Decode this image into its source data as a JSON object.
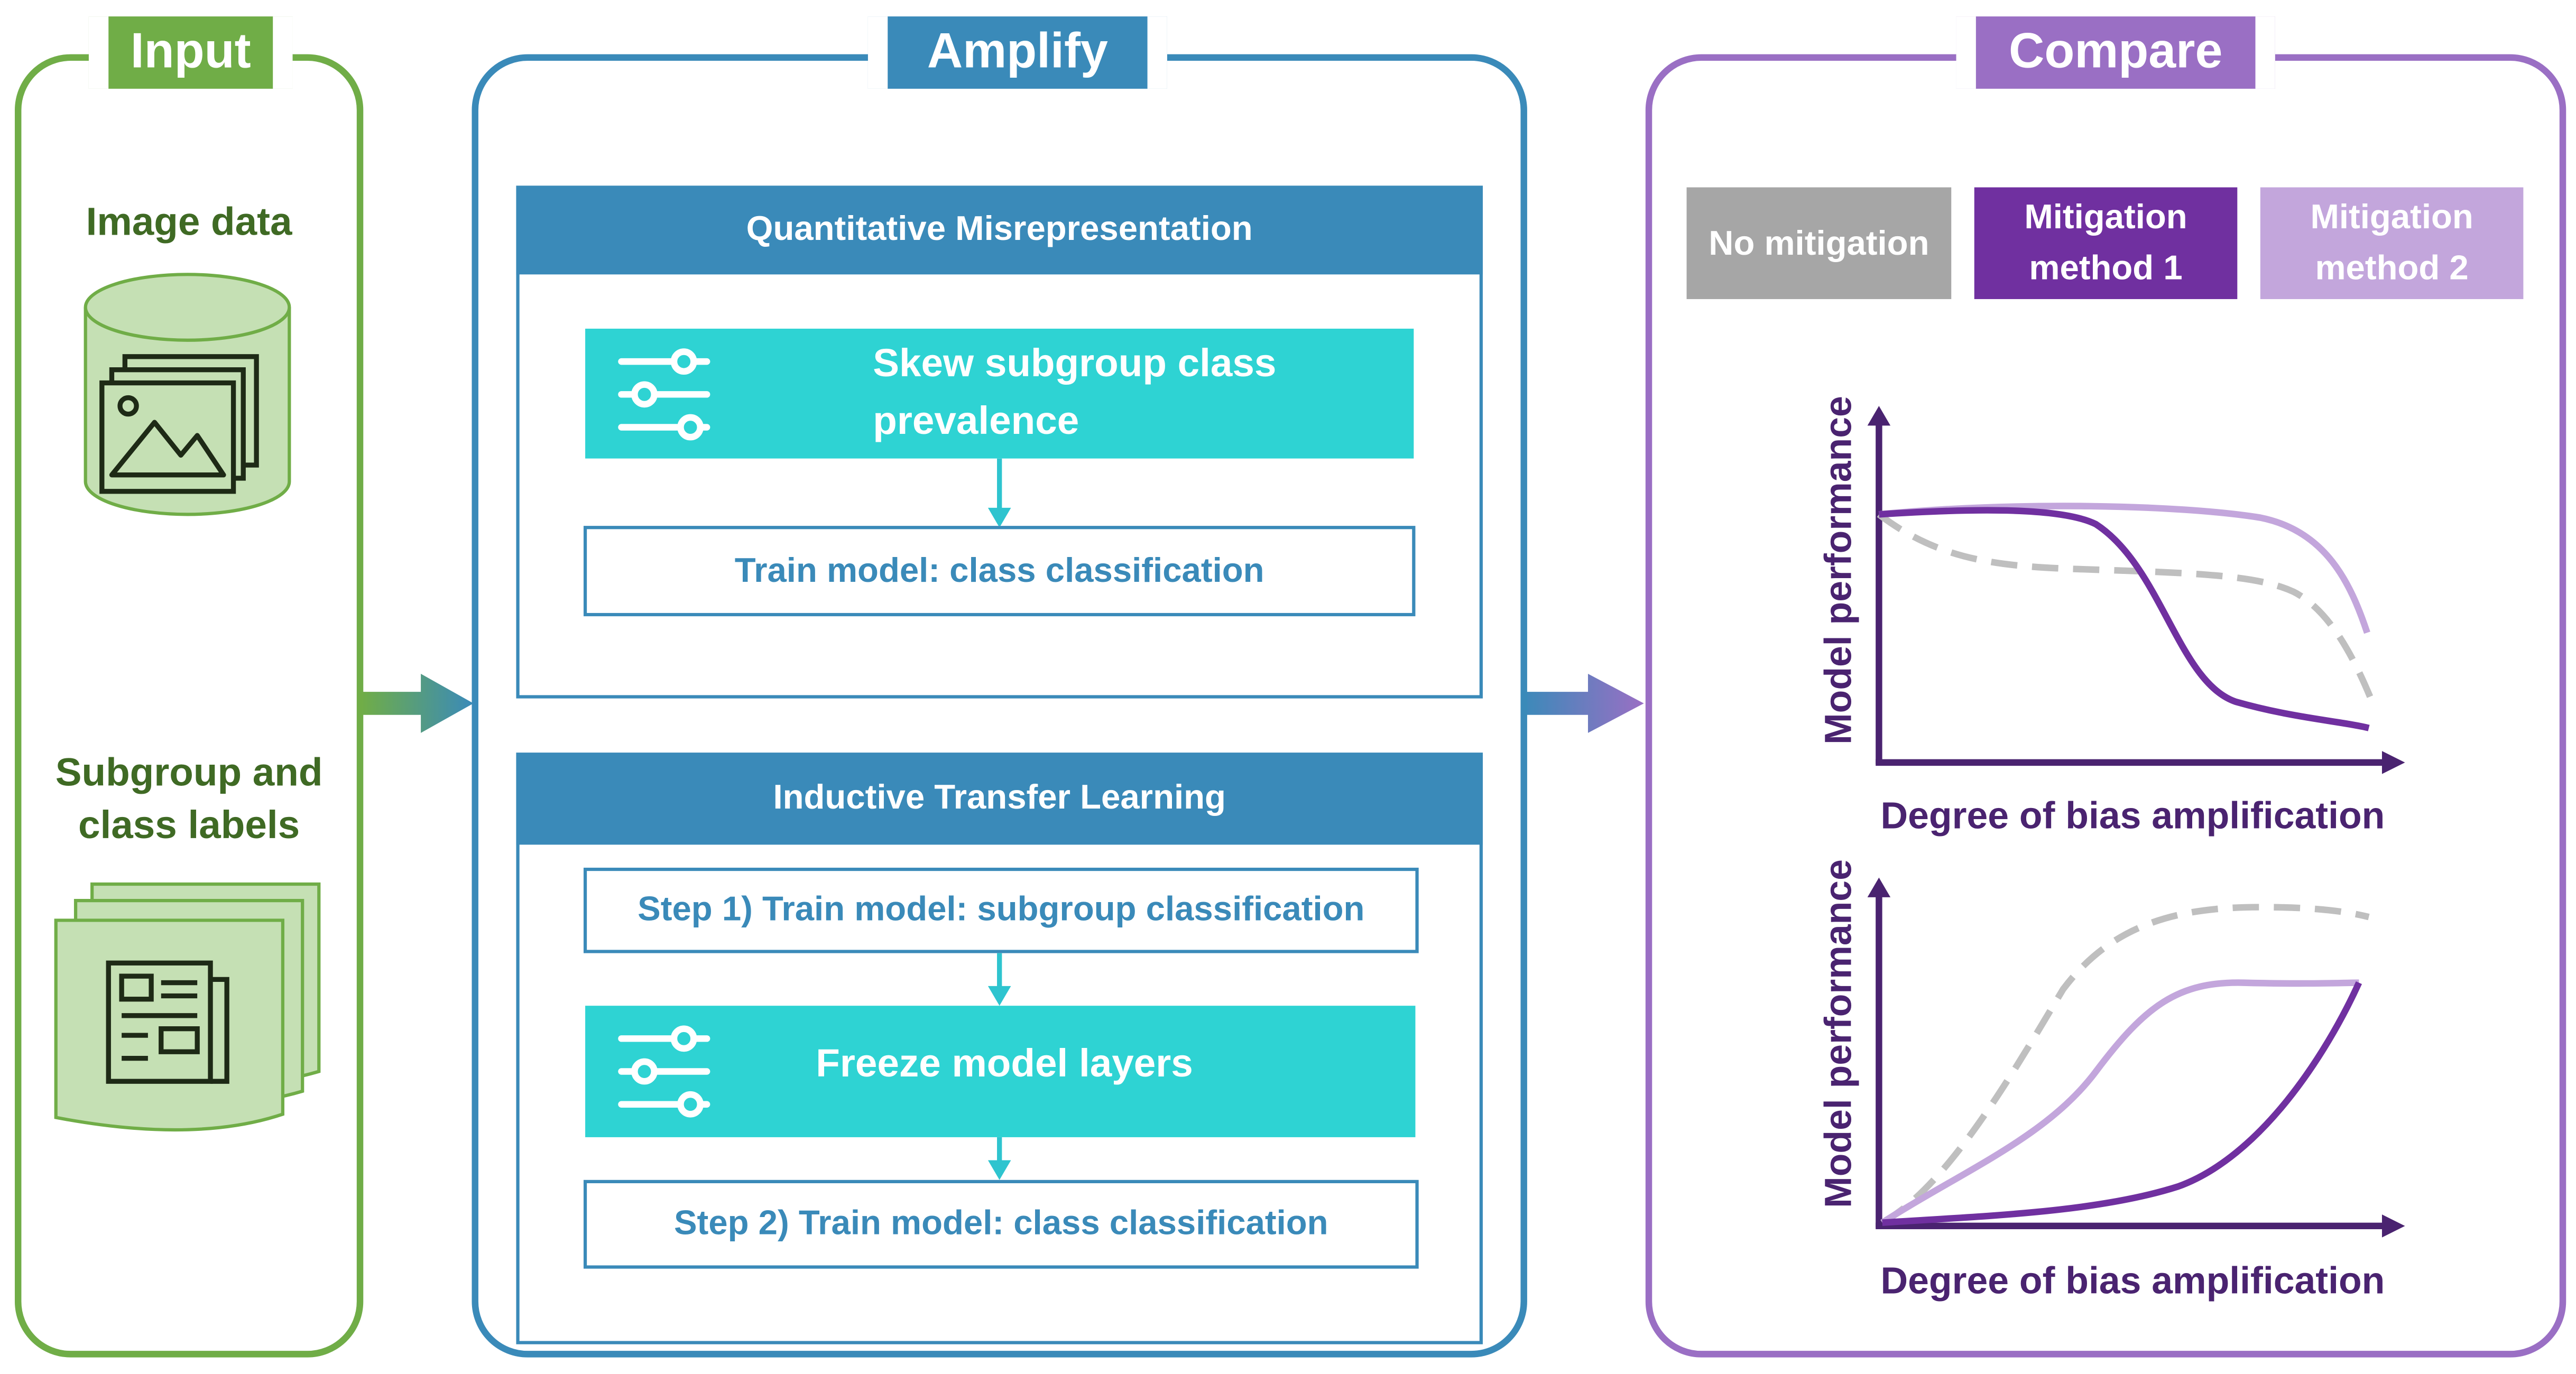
{
  "panels": {
    "input": {
      "title": "Input",
      "image_data_label": "Image data",
      "labels_label": "Subgroup and class labels",
      "color": "#70ad47"
    },
    "amplify": {
      "title": "Amplify",
      "color": "#3a8ab9"
    },
    "compare": {
      "title": "Compare",
      "color": "#9a6fc4"
    }
  },
  "amplify": {
    "quantitative": {
      "header": "Quantitative Misrepresentation",
      "skew_label": "Skew subgroup class prevalence",
      "train_label": "Train model: class classification"
    },
    "inductive": {
      "header": "Inductive Transfer Learning",
      "step1_label": "Step 1) Train model: subgroup classification",
      "freeze_label": "Freeze model layers",
      "step2_label": "Step 2) Train model: class classification"
    }
  },
  "compare": {
    "legend": [
      {
        "label": "No mitigation",
        "color": "#a6a6a6"
      },
      {
        "label": "Mitigation method 1",
        "color": "#7030a0"
      },
      {
        "label": "Mitigation method 2",
        "color": "#c3a6dc"
      }
    ],
    "plots": [
      {
        "ylabel": "Model performance",
        "xlabel": "Degree of bias amplification"
      },
      {
        "ylabel": "Model performance",
        "xlabel": "Degree of bias amplification"
      }
    ]
  }
}
